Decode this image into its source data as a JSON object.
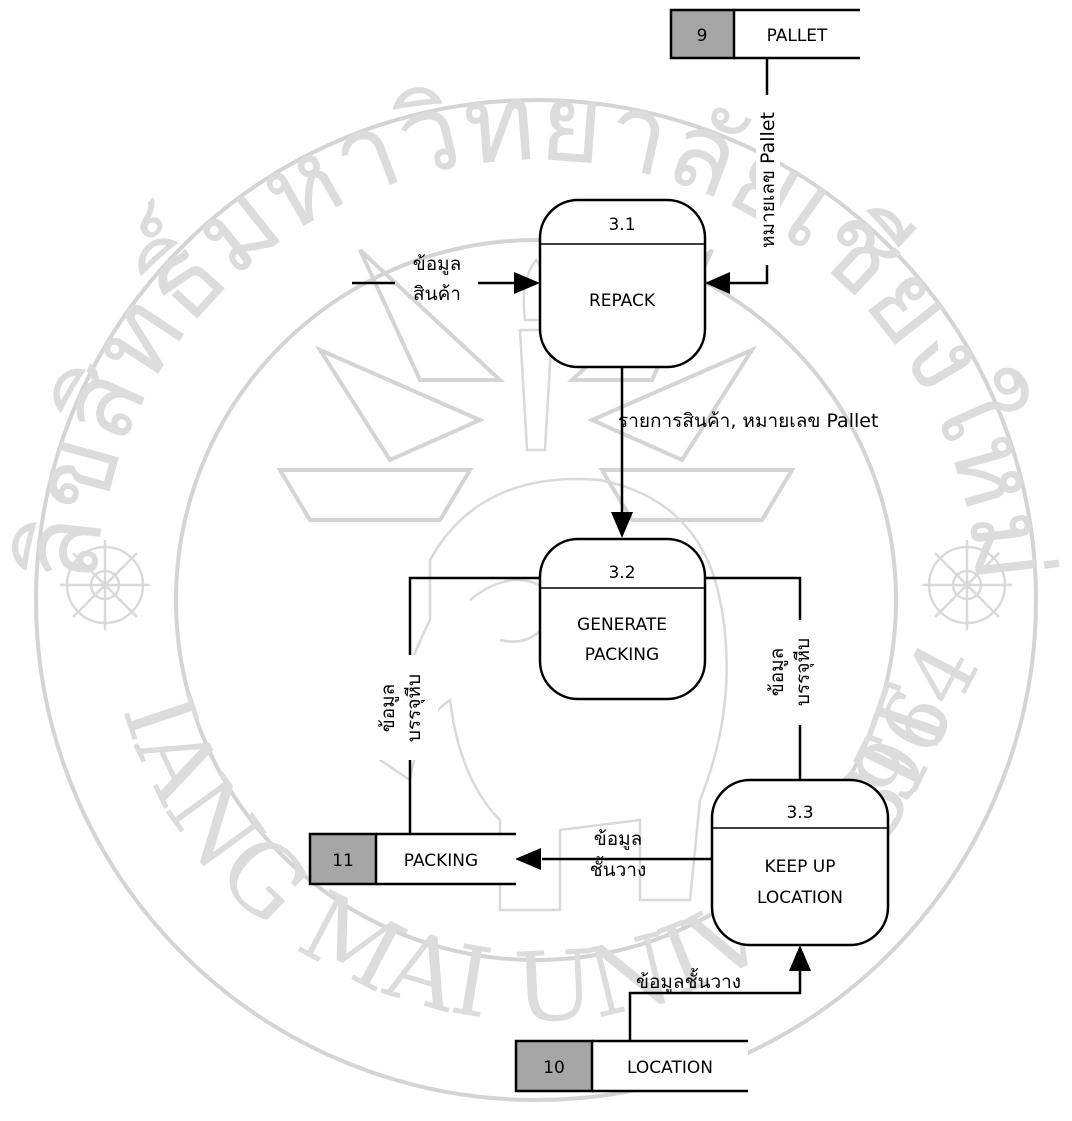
{
  "watermark": {
    "top_text": "ลิขสิทธิ์มหาวิทยาลัยเชียงใหม่",
    "bottom_text": "CHIANG MAI UNIVERSITY",
    "year": "1964"
  },
  "processes": {
    "p31": {
      "id": "3.1",
      "name_lines": [
        "REPACK"
      ]
    },
    "p32": {
      "id": "3.2",
      "name_lines": [
        "GENERATE",
        "PACKING"
      ]
    },
    "p33": {
      "id": "3.3",
      "name_lines": [
        "KEEP UP",
        "LOCATION"
      ]
    }
  },
  "stores": {
    "pallet": {
      "id": "9",
      "name": "PALLET"
    },
    "packing": {
      "id": "11",
      "name": "PACKING"
    },
    "location": {
      "id": "10",
      "name": "LOCATION"
    }
  },
  "flows": {
    "pallet_no": "หมายเลข Pallet",
    "product_info": [
      "ข้อมูล",
      "สินค้า"
    ],
    "items_pallet": "รายการสินค้า, หมายเลข Pallet",
    "packaging_left": [
      "ข้อมูล",
      "บรรจุหีบ"
    ],
    "packaging_right": [
      "ข้อมูล",
      "บรรจุหีบ"
    ],
    "shelf_info": [
      "ข้อมูล",
      "ชั้นวาง"
    ],
    "shelf_info_bottom": "ข้อมูลชั้นวาง"
  }
}
